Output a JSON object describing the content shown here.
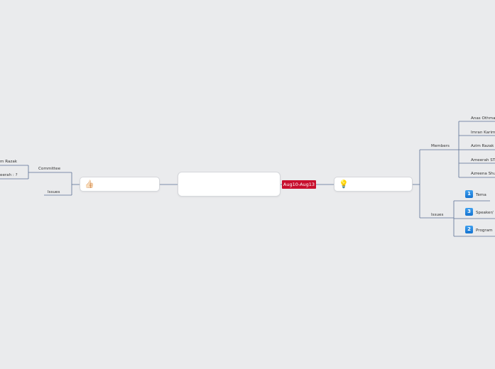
{
  "colors": {
    "background": "#eaebed",
    "connector": "#5b6f93",
    "date_badge": "#c8102e",
    "number_badge": "#1e88e5"
  },
  "central_topic": {
    "text": "",
    "date_label": "Aug10-Aug13"
  },
  "right_branch": {
    "icon": "lightbulb-icon",
    "icon_glyph": "💡",
    "text": "",
    "members": {
      "label": "Members",
      "items": [
        "Anas Othman",
        "Imran Karim",
        "Azim Razak",
        "Ameerah ST",
        "Azreena Shu"
      ]
    },
    "issues": {
      "label": "Issues",
      "items": [
        {
          "number": "1",
          "text": "Tema"
        },
        {
          "number": "3",
          "text": "Speaker/"
        },
        {
          "number": "2",
          "text": "Program"
        }
      ]
    }
  },
  "left_branch": {
    "icon": "thumbs-up-icon",
    "icon_glyph": "👍🏻",
    "text": "",
    "committee": {
      "label": "Committee",
      "items": [
        "m Razak",
        "eerah : ?"
      ]
    },
    "issues": {
      "label": "Issues"
    }
  }
}
